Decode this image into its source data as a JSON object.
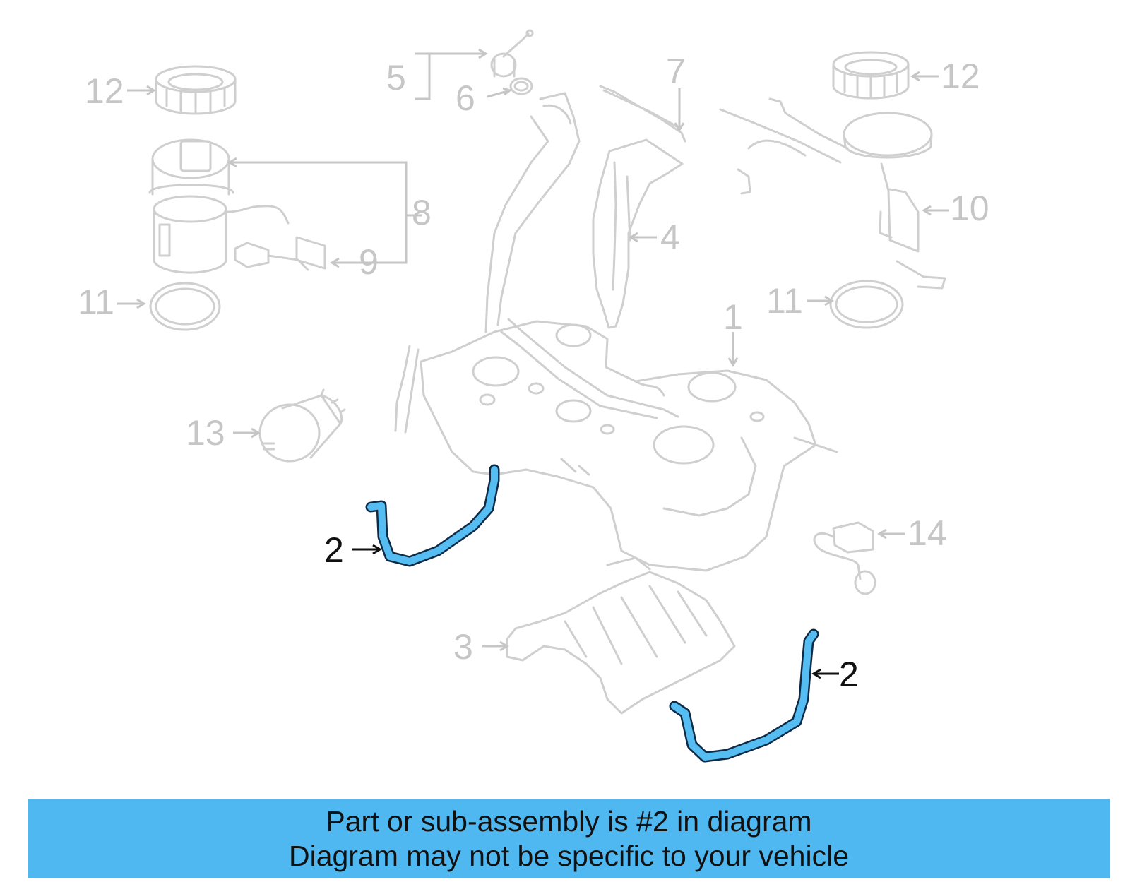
{
  "diagram": {
    "callouts": {
      "c1": "1",
      "c2_left": "2",
      "c2_right": "2",
      "c3": "3",
      "c4": "4",
      "c5": "5",
      "c6": "6",
      "c7": "7",
      "c8": "8",
      "c9": "9",
      "c10": "10",
      "c11_left": "11",
      "c11_right": "11",
      "c12_left": "12",
      "c12_right": "12",
      "c13": "13",
      "c14": "14"
    },
    "highlight_color": "#55bdf2",
    "ghost_color": "#cfcfcf"
  },
  "banner": {
    "line1": "Part or sub-assembly is #2 in diagram",
    "line2": "Diagram may not be specific to your vehicle",
    "background": "#4fb8f0"
  }
}
